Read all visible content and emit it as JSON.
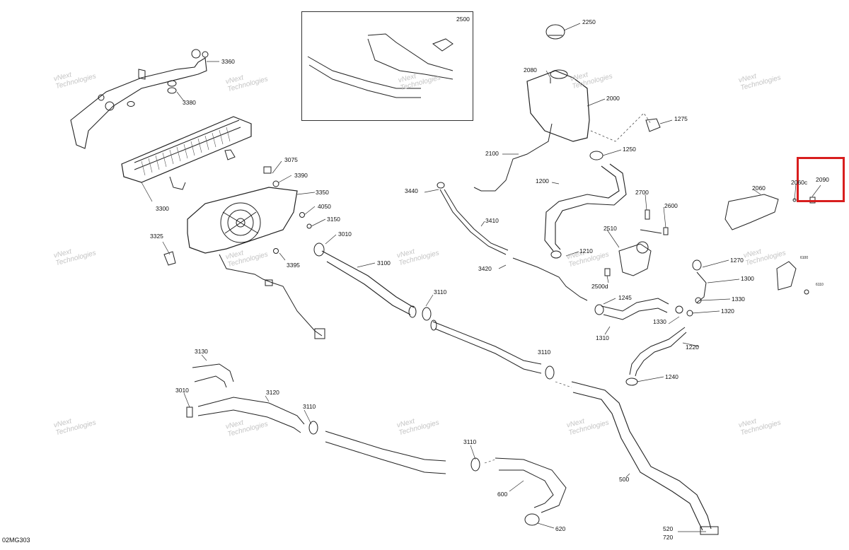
{
  "diagram": {
    "figure_code": "02MG303",
    "watermark_line1": "vNext",
    "watermark_line2": "Technologies",
    "highlight_color": "#d81e1e",
    "inset_label": "2500",
    "callouts": [
      {
        "key": "c3360",
        "text": "3360"
      },
      {
        "key": "c3380",
        "text": "3380"
      },
      {
        "key": "c3300",
        "text": "3300"
      },
      {
        "key": "c3075",
        "text": "3075"
      },
      {
        "key": "c3390",
        "text": "3390"
      },
      {
        "key": "c3350",
        "text": "3350"
      },
      {
        "key": "c4050",
        "text": "4050"
      },
      {
        "key": "c3150",
        "text": "3150"
      },
      {
        "key": "c3010a",
        "text": "3010"
      },
      {
        "key": "c3325",
        "text": "3325"
      },
      {
        "key": "c3395",
        "text": "3395"
      },
      {
        "key": "c3100",
        "text": "3100"
      },
      {
        "key": "c3110a",
        "text": "3110"
      },
      {
        "key": "c3130",
        "text": "3130"
      },
      {
        "key": "c3010b",
        "text": "3010"
      },
      {
        "key": "c3120",
        "text": "3120"
      },
      {
        "key": "c3110b",
        "text": "3110"
      },
      {
        "key": "c3110c",
        "text": "3110"
      },
      {
        "key": "c3110d",
        "text": "3110"
      },
      {
        "key": "c600",
        "text": "600"
      },
      {
        "key": "c620",
        "text": "620"
      },
      {
        "key": "c2250",
        "text": "2250"
      },
      {
        "key": "c2080",
        "text": "2080"
      },
      {
        "key": "c2000",
        "text": "2000"
      },
      {
        "key": "c1275",
        "text": "1275"
      },
      {
        "key": "c2100",
        "text": "2100"
      },
      {
        "key": "c1250",
        "text": "1250"
      },
      {
        "key": "c3440",
        "text": "3440"
      },
      {
        "key": "c1200",
        "text": "1200"
      },
      {
        "key": "c2700",
        "text": "2700"
      },
      {
        "key": "c2600",
        "text": "2600"
      },
      {
        "key": "c3410",
        "text": "3410"
      },
      {
        "key": "c2510",
        "text": "2510"
      },
      {
        "key": "c1210",
        "text": "1210"
      },
      {
        "key": "c3420",
        "text": "3420"
      },
      {
        "key": "c2500d",
        "text": "2500d"
      },
      {
        "key": "c1245",
        "text": "1245"
      },
      {
        "key": "c1310",
        "text": "1310"
      },
      {
        "key": "c2060",
        "text": "2060"
      },
      {
        "key": "c2060c",
        "text": "2060c"
      },
      {
        "key": "c2090",
        "text": "2090"
      },
      {
        "key": "c1270",
        "text": "1270"
      },
      {
        "key": "c1300",
        "text": "1300"
      },
      {
        "key": "c6100",
        "text": "6100"
      },
      {
        "key": "c6110",
        "text": "6110"
      },
      {
        "key": "c1330a",
        "text": "1330"
      },
      {
        "key": "c1320",
        "text": "1320"
      },
      {
        "key": "c1330b",
        "text": "1330"
      },
      {
        "key": "c1220",
        "text": "1220"
      },
      {
        "key": "c1240",
        "text": "1240"
      },
      {
        "key": "c500",
        "text": "500"
      },
      {
        "key": "c520",
        "text": "520"
      },
      {
        "key": "c720",
        "text": "720"
      }
    ]
  }
}
